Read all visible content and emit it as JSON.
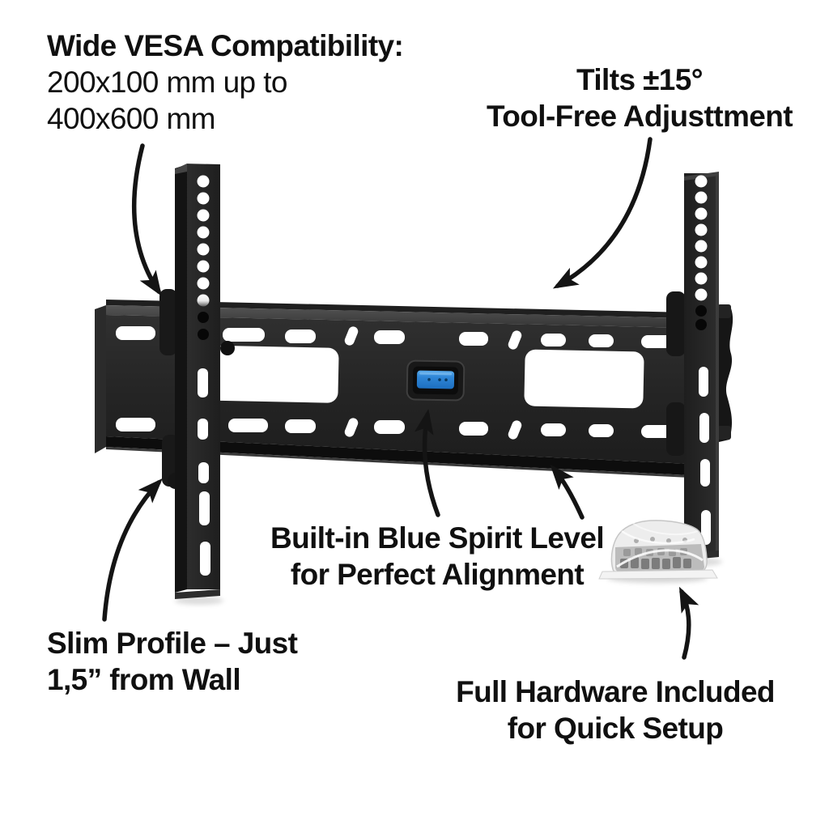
{
  "annotations": {
    "vesa": {
      "heading": "Wide VESA Compatibility:",
      "line2": "200x100 mm up to",
      "line3": "400x600 mm"
    },
    "tilt": {
      "line1": "Tilts ±15°",
      "line2": "Tool-Free Adjusttment"
    },
    "spirit_level": {
      "line1": "Built-in Blue Spirit Level",
      "line2": "for Perfect Alignment"
    },
    "slim_profile": {
      "line1": "Slim Profile – Just",
      "line2": "1,5” from Wall"
    },
    "hardware": {
      "line1": "Full Hardware Included",
      "line2": "for Quick Setup"
    }
  },
  "colors": {
    "background": "#ffffff",
    "bracket_black": "#222222",
    "spirit_level_blue": "#2f86d6",
    "annotation_text": "#101010"
  }
}
